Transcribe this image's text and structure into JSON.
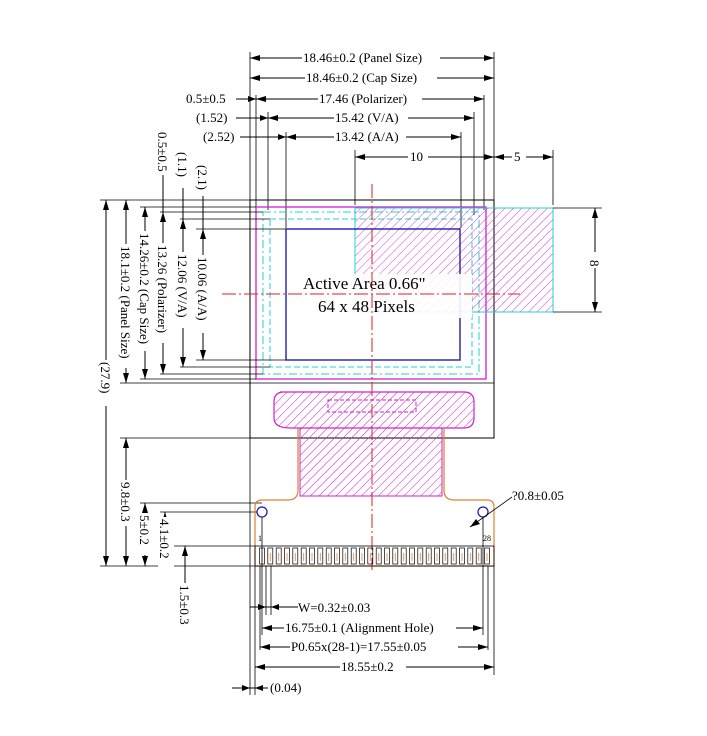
{
  "dims_top": {
    "panel_size": "18.46±0.2 (Panel Size)",
    "cap_size": "18.46±0.2 (Cap Size)",
    "offset_05": "0.5±0.5",
    "polarizer": "17.46 (Polarizer)",
    "offset_152": "(1.52)",
    "va": "15.42 (V/A)",
    "offset_252": "(2.52)",
    "aa": "13.42 (A/A)",
    "ten": "10",
    "five": "5"
  },
  "dims_left": {
    "v_05": "0.5±0.5",
    "v_11": "(1.1)",
    "v_21": "(2.1)",
    "aa_h": "10.06 (A/A)",
    "va_h": "12.06 (V/A)",
    "pol_h": "13.26 (Polarizer)",
    "cap_h": "14.26±0.2 (Cap Size)",
    "panel_h": "18.1±0.2 (Panel Size)",
    "total_h": "(27.9)",
    "fpc_98": "9.8±0.3",
    "fpc_41": "4.1±0.2",
    "fpc_5": "5±0.2",
    "fpc_15": "1.5±0.3"
  },
  "dims_right": {
    "hole": "?0.8±0.05",
    "eight": "8",
    "pin28": "28",
    "pin1": "1"
  },
  "dims_bottom": {
    "width": "W=0.32±0.03",
    "align_hole": "16.75±0.1 (Alignment Hole)",
    "pitch": "P0.65x(28-1)=17.55±0.05",
    "fpc_width": "18.55±0.2",
    "offset": "(0.04)"
  },
  "active_area": {
    "line1": "Active Area 0.66\"",
    "line2": "64 x 48 Pixels"
  },
  "colors": {
    "magenta": "#d020d0",
    "blue": "#1f1fb0",
    "cyan": "#20d0d0",
    "red": "#e0201a",
    "orange": "#e08030"
  }
}
